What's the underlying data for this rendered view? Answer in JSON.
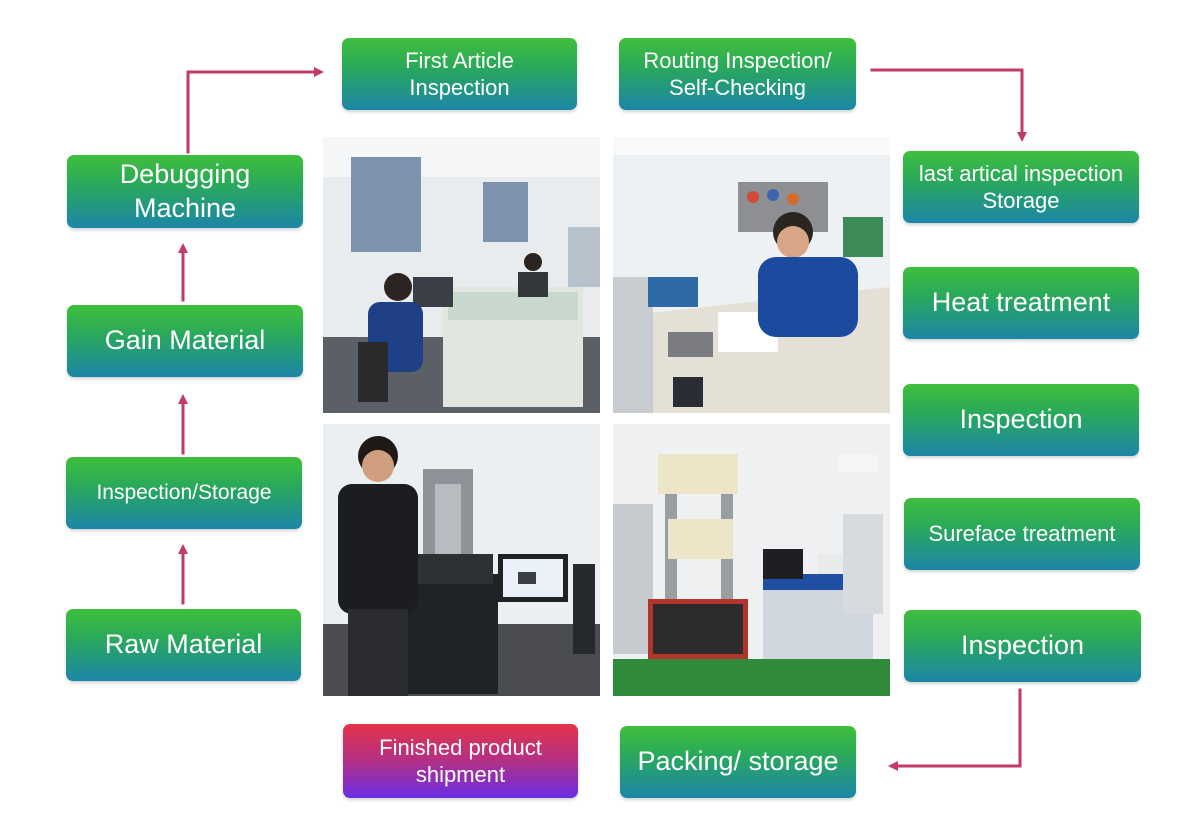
{
  "colors": {
    "step_top": "#3fbf3c",
    "step_bottom": "#1c86a8",
    "finished_top": "#e3344a",
    "finished_bottom": "#6a2ee4",
    "arrow": "#c23a6a"
  },
  "steps": {
    "raw_material": "Raw Material",
    "inspection_storage": "Inspection/Storage",
    "gain_material": "Gain Material",
    "debugging_machine": "Debugging\nMachine",
    "first_article_inspection": "First Article\nInspection",
    "routing_inspection": "Routing Inspection/\nSelf-Checking",
    "last_artical_inspection": "last artical inspection\nStorage",
    "heat_treatment": "Heat treatment",
    "inspection_1": "Inspection",
    "sureface_treatment": "Sureface treatment",
    "inspection_2": "Inspection",
    "packing_storage": "Packing/ storage",
    "finished_product_shipment": "Finished product\nshipment"
  },
  "photos": [
    {
      "icon": "office-workers-photo"
    },
    {
      "icon": "inspector-at-desk-photo"
    },
    {
      "icon": "measuring-machine-photo"
    },
    {
      "icon": "tensile-testing-machine-photo"
    }
  ]
}
